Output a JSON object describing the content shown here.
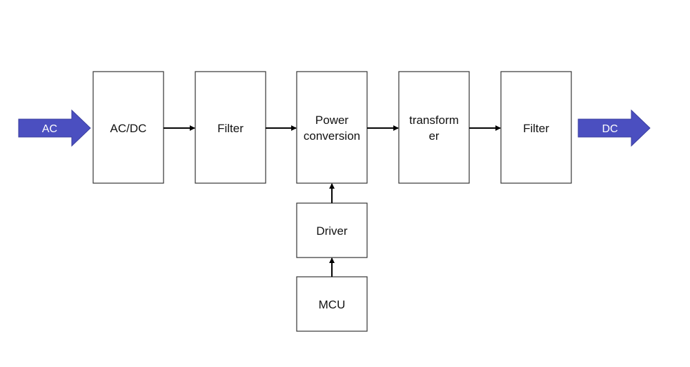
{
  "diagram": {
    "input_arrow": {
      "label": "AC",
      "color": "#4b4fc0"
    },
    "output_arrow": {
      "label": "DC",
      "color": "#4b4fc0"
    },
    "blocks": {
      "acdc": {
        "lines": [
          "AC/DC"
        ]
      },
      "filter1": {
        "lines": [
          "Filter"
        ]
      },
      "power": {
        "lines": [
          "Power",
          "conversion"
        ]
      },
      "transformer": {
        "lines": [
          "transform",
          "er"
        ]
      },
      "filter2": {
        "lines": [
          "Filter"
        ]
      },
      "driver": {
        "lines": [
          "Driver"
        ]
      },
      "mcu": {
        "lines": [
          "MCU"
        ]
      }
    },
    "connections": [
      {
        "from": "acdc",
        "to": "filter1"
      },
      {
        "from": "filter1",
        "to": "power"
      },
      {
        "from": "power",
        "to": "transformer"
      },
      {
        "from": "transformer",
        "to": "filter2"
      },
      {
        "from": "driver",
        "to": "power"
      },
      {
        "from": "mcu",
        "to": "driver"
      }
    ]
  }
}
